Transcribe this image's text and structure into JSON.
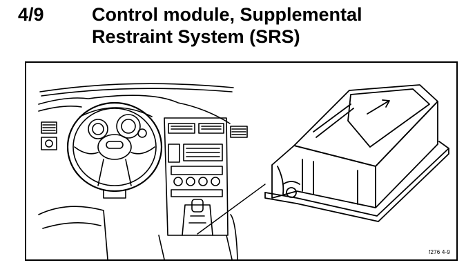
{
  "section": {
    "number": "4/9",
    "title_line1": "Control module, Supplemental",
    "title_line2": "Restraint System (SRS)"
  },
  "figure": {
    "code": "f276 4-9"
  }
}
